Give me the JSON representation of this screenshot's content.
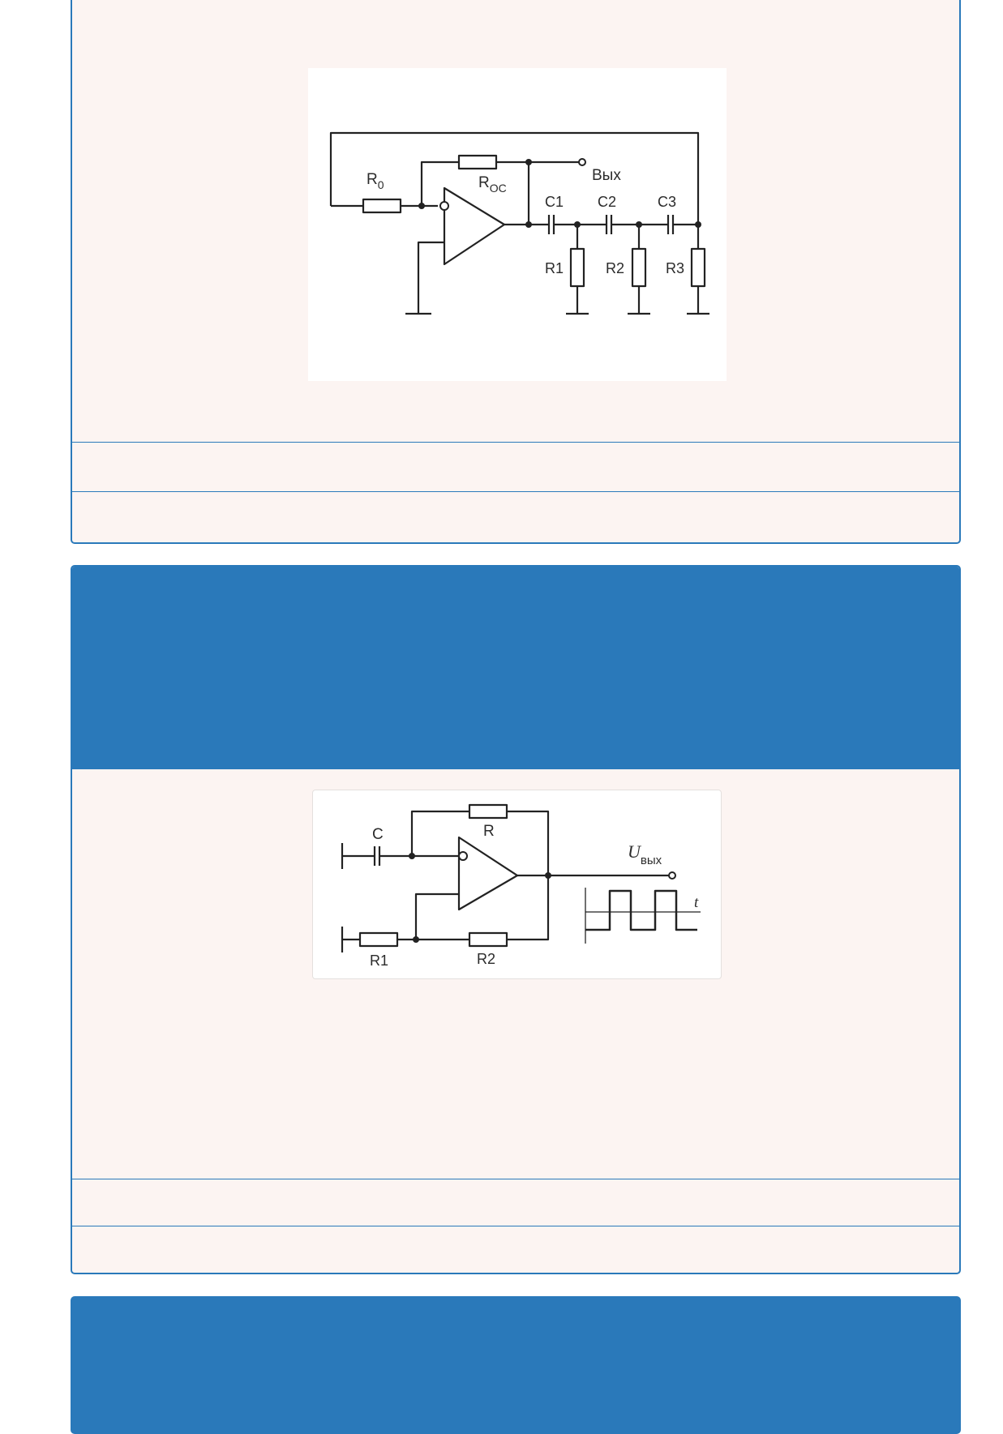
{
  "colors": {
    "accent": "#2a79ba",
    "card_background": "#fcf4f2",
    "page_background": "#ffffff"
  },
  "diagram1": {
    "labels": {
      "r0_main": "R",
      "r0_sub": "0",
      "roc_main": "R",
      "roc_sub": "OC",
      "out": "Вых",
      "c1": "C1",
      "c2": "C2",
      "c3": "C3",
      "r1": "R1",
      "r2": "R2",
      "r3": "R3"
    }
  },
  "diagram2": {
    "labels": {
      "c": "C",
      "r": "R",
      "u_main": "U",
      "u_sub": "вых",
      "t": "t",
      "r1": "R1",
      "r2": "R2"
    }
  }
}
